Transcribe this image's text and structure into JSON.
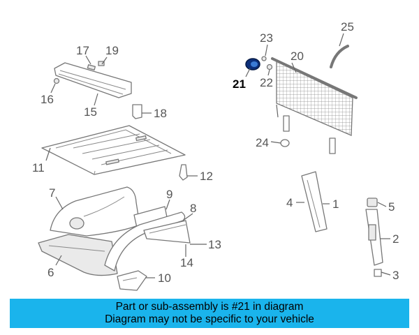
{
  "callouts": {
    "c1": "1",
    "c2": "2",
    "c3": "3",
    "c4": "4",
    "c5": "5",
    "c6": "6",
    "c7": "7",
    "c8": "8",
    "c9": "9",
    "c10": "10",
    "c11": "11",
    "c12": "12",
    "c13": "13",
    "c14": "14",
    "c15": "15",
    "c16": "16",
    "c17": "17",
    "c18": "18",
    "c19": "19",
    "c20": "20",
    "c21": "21",
    "c22": "22",
    "c23": "23",
    "c24": "24",
    "c25": "25"
  },
  "highlighted_part": "21",
  "colors": {
    "banner": "#1ab4ec",
    "highlight": "#1a5fd0"
  },
  "banner": {
    "line1": "Part or sub-assembly is #21 in diagram",
    "line2": "Diagram may not be specific to your vehicle"
  }
}
